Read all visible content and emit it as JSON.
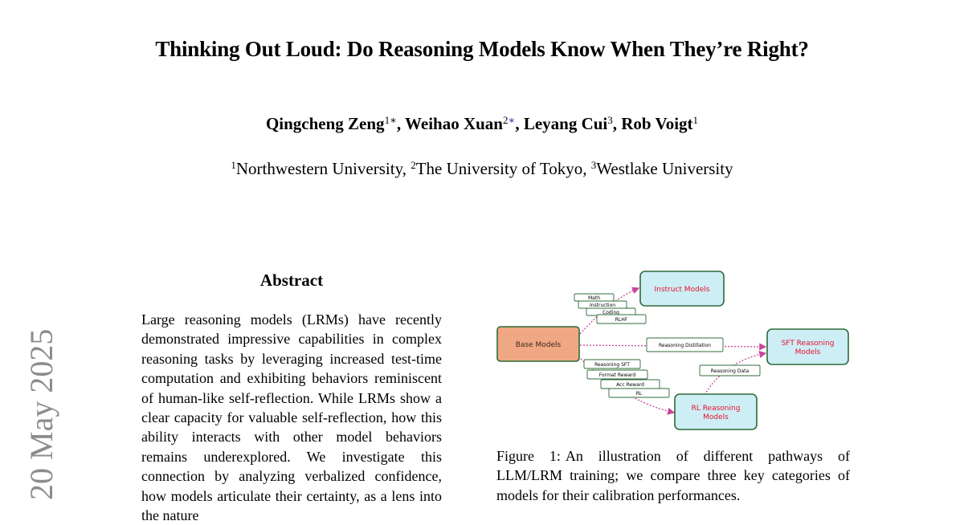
{
  "paper": {
    "title": "Thinking Out Loud: Do Reasoning Models Know When They’re Right?",
    "authors": [
      {
        "name": "Qingcheng Zeng",
        "aff": "1",
        "mark": "∗"
      },
      {
        "name": "Weihao Xuan",
        "aff": "2",
        "mark": "∗"
      },
      {
        "name": "Leyang Cui",
        "aff": "3",
        "mark": ""
      },
      {
        "name": "Rob Voigt",
        "aff": "1",
        "mark": ""
      }
    ],
    "affiliations": [
      {
        "num": "1",
        "name": "Northwestern University"
      },
      {
        "num": "2",
        "name": "The University of Tokyo"
      },
      {
        "num": "3",
        "name": "Westlake University"
      }
    ],
    "arxiv_date": "20 May 2025"
  },
  "abstract": {
    "heading": "Abstract",
    "text": "Large reasoning models (LRMs) have recently demonstrated impressive capabilities in complex reasoning tasks by leveraging increased test-time computation and exhibiting behaviors reminiscent of human-like self-reflection. While LRMs show a clear capacity for valuable self-reflection, how this ability interacts with other model behaviors remains underexplored. We investigate this connection by analyzing verbalized confidence, how models articulate their certainty, as a lens into the nature"
  },
  "figure": {
    "caption_label": "Figure 1:",
    "caption_text": "An illustration of different pathways of LLM/LRM training; we compare three key categories of models for their calibration performances.",
    "nodes": {
      "base": "Base Models",
      "instruct": "Instruct Models",
      "sft_line1": "SFT Reasoning",
      "sft_line2": "Models",
      "rl_line1": "RL Reasoning",
      "rl_line2": "Models"
    },
    "instruct_labels": [
      "Math",
      "Instruction",
      "Coding",
      "RLHF"
    ],
    "distill_label": "Reasoning Distillation",
    "rl_labels": [
      "Reasoning SFT",
      "Format Reward",
      "Acc Reward",
      "RL"
    ],
    "data_label": "Reasoning Data",
    "colors": {
      "base_fill": "#f0a783",
      "model_fill": "#cdeef5",
      "node_border": "#2f6b3a",
      "node_text": "#e8112d",
      "arrow": "#c9459a"
    }
  }
}
